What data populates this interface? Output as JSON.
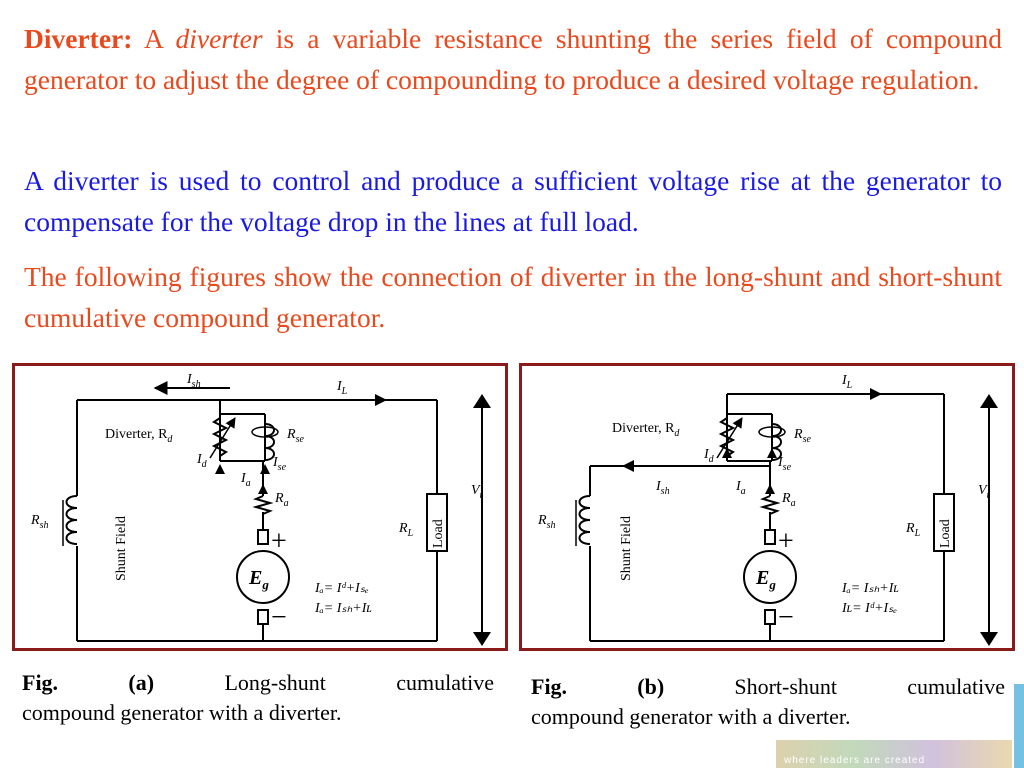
{
  "intro": {
    "term": "Diverter:",
    "article": "A",
    "term_italic": "diverter",
    "definition": "is a variable resistance shunting the series field of compound generator to adjust the degree of compounding to produce a desired voltage regulation."
  },
  "usage": "A diverter is used to control and produce a sufficient voltage rise at the generator to compensate for the voltage drop in the lines at full load.",
  "connection": "The following figures show the connection of diverter in the long-shunt and short-shunt cumulative compound generator.",
  "fig_a": {
    "caption_fig": "Fig.",
    "caption_id": "(a)",
    "caption_w1": "Long-shunt",
    "caption_w2": "cumulative",
    "caption_rest": "compound generator with a diverter.",
    "labels": {
      "ish": "I",
      "ish_sub": "sh",
      "il": "I",
      "il_sub": "L",
      "diverter": "Diverter, R",
      "diverter_sub": "d",
      "rse": "R",
      "rse_sub": "se",
      "id": "I",
      "id_sub": "d",
      "ise": "I",
      "ise_sub": "se",
      "ia": "I",
      "ia_sub": "a",
      "ra": "R",
      "ra_sub": "a",
      "rsh": "R",
      "rsh_sub": "sh",
      "shunt_field": "Shunt Field",
      "rl": "R",
      "rl_sub": "L",
      "load": "Load",
      "vt": "V",
      "vt_sub": "t",
      "eg": "E",
      "eg_sub": "g",
      "plus": "+",
      "minus": "−",
      "eq1": "Iₐ= Iᵈ+Iₛₑ",
      "eq2": "Iₐ= Iₛₕ+Iʟ"
    }
  },
  "fig_b": {
    "caption_fig": "Fig.",
    "caption_id": "(b)",
    "caption_w1": "Short-shunt",
    "caption_w2": "cumulative",
    "caption_rest": "compound generator with a diverter.",
    "labels": {
      "il": "I",
      "il_sub": "L",
      "diverter": "Diverter, R",
      "diverter_sub": "d",
      "rse": "R",
      "rse_sub": "se",
      "id": "I",
      "id_sub": "d",
      "ise": "I",
      "ise_sub": "se",
      "ish": "I",
      "ish_sub": "sh",
      "ia": "I",
      "ia_sub": "a",
      "ra": "R",
      "ra_sub": "a",
      "rsh": "R",
      "rsh_sub": "sh",
      "shunt_field": "Shunt Field",
      "rl": "R",
      "rl_sub": "L",
      "load": "Load",
      "vt": "V",
      "vt_sub": "t",
      "eg": "E",
      "eg_sub": "g",
      "plus": "+",
      "minus": "−",
      "eq1": "Iₐ= Iₛₕ+Iʟ",
      "eq2": "Iʟ= Iᵈ+Iₛₑ"
    }
  },
  "logo_text": "where leaders are created"
}
